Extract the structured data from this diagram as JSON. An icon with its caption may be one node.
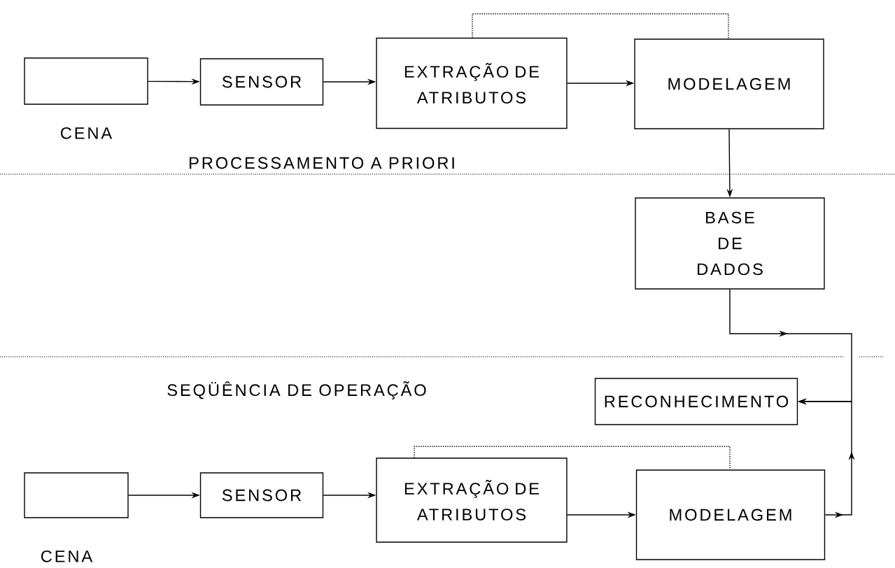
{
  "diagram": {
    "nodes": [
      {
        "text": [
          "CENA"
        ]
      },
      {
        "text": [
          "SENSOR"
        ]
      },
      {
        "text": [
          "EXTRAÇÃO DE ATRIBUTOS"
        ]
      },
      {
        "text": [
          "MODELAGEM"
        ]
      },
      {
        "text": [
          "BASE DE DADOS"
        ]
      },
      {
        "text": [
          "RECONHECIMENTO"
        ]
      },
      {
        "text": [
          "CENA"
        ]
      },
      {
        "text": [
          "SENSOR"
        ]
      },
      {
        "text": [
          "EXTRAÇÃO DE ATRIBUTOS"
        ]
      },
      {
        "text": [
          "MODELAGEM"
        ]
      }
    ],
    "edges": [
      {
        "from": 0,
        "to": 1,
        "arrow": "to"
      },
      {
        "from": 1,
        "to": 2,
        "arrow": "to"
      },
      {
        "from": 2,
        "to": 3,
        "arrow": "to"
      },
      {
        "from": 2,
        "to": 3,
        "arrow": "none",
        "style": "dashed"
      },
      {
        "from": 3,
        "to": 4,
        "arrow": "to"
      },
      {
        "from": 4,
        "to": 5,
        "arrow": "to"
      },
      {
        "from": 6,
        "to": 7,
        "arrow": "to"
      },
      {
        "from": 7,
        "to": 8,
        "arrow": "to"
      },
      {
        "from": 8,
        "to": 9,
        "arrow": "to"
      },
      {
        "from": 8,
        "to": 9,
        "arrow": "none",
        "style": "dashed"
      },
      {
        "from": 9,
        "to": 5,
        "arrow": "to"
      }
    ],
    "labels": [
      "PROCESSAMENTO A PRIORI",
      "SEQÜÊNCIA DE OPERAÇÃO"
    ]
  }
}
